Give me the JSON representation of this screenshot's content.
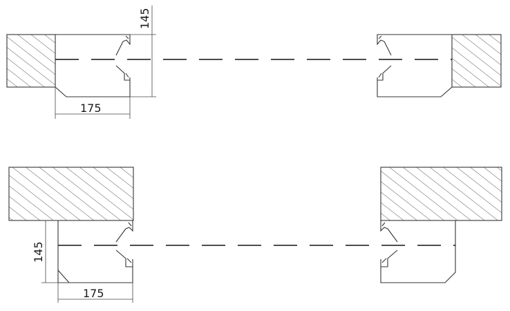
{
  "drawings": [
    {
      "id": "top",
      "width_label": "175",
      "depth_label": "145"
    },
    {
      "id": "bottom",
      "width_label": "175",
      "depth_label": "145"
    }
  ],
  "colors": {
    "line": "#333333",
    "hatch": "#444444",
    "background": "#ffffff"
  }
}
